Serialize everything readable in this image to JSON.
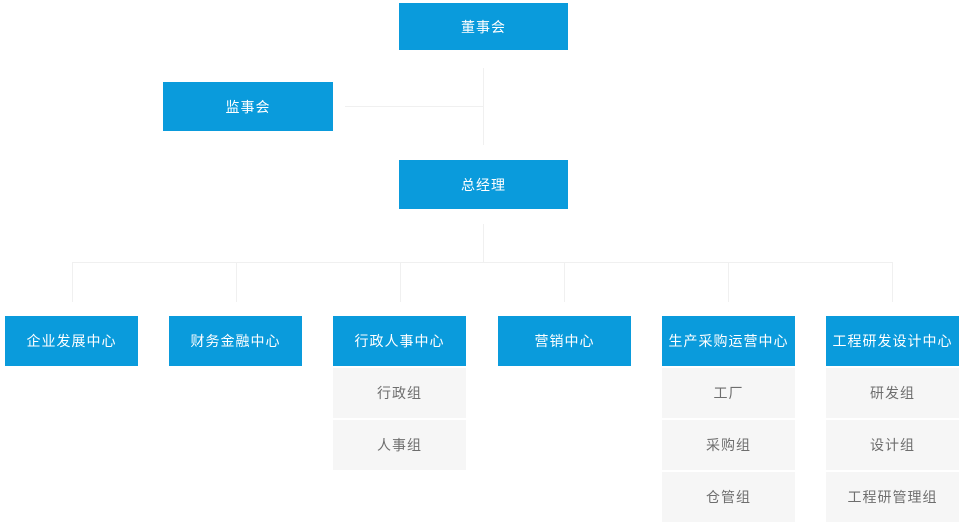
{
  "org": {
    "board": "董事会",
    "supervisory": "监事会",
    "general_manager": "总经理",
    "departments": [
      {
        "label": "企业发展中心",
        "children": []
      },
      {
        "label": "财务金融中心",
        "children": []
      },
      {
        "label": "行政人事中心",
        "children": [
          "行政组",
          "人事组"
        ]
      },
      {
        "label": "营销中心",
        "children": []
      },
      {
        "label": "生产采购运营中心",
        "children": [
          "工厂",
          "采购组",
          "仓管组"
        ]
      },
      {
        "label": "工程研发设计中心",
        "children": [
          "研发组",
          "设计组",
          "工程研管理组"
        ]
      }
    ]
  },
  "colors": {
    "primary_blue": "#0a9bdc",
    "subgroup_bg": "#f6f6f6",
    "subgroup_text": "#6e6e6e",
    "connector_line": "#f0f0f0"
  }
}
